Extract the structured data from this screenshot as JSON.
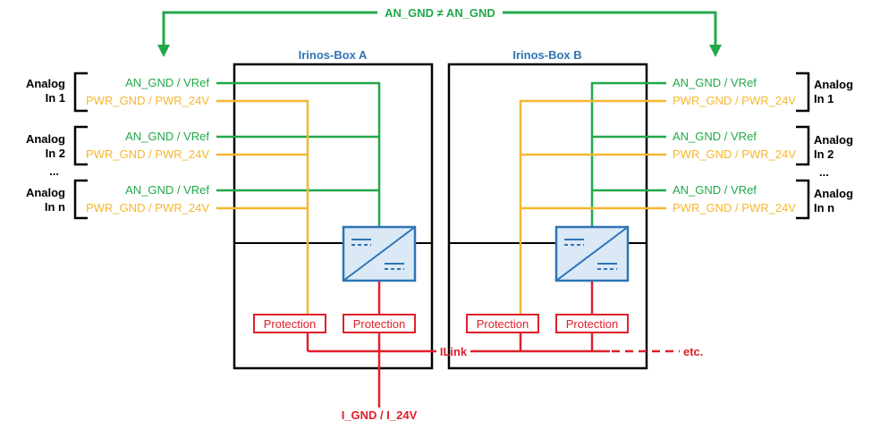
{
  "title_condition": "AN_GND ≠ AN_GND",
  "boxes": [
    {
      "title": "Irinos-Box A"
    },
    {
      "title": "Irinos-Box B"
    }
  ],
  "signal_labels": {
    "an_gnd": "AN_GND / VRef",
    "pwr": "PWR_GND / PWR_24V"
  },
  "analog_inputs": [
    {
      "line1": "Analog",
      "line2": "In 1"
    },
    {
      "line1": "Analog",
      "line2": "In 2"
    },
    {
      "line1": "Analog",
      "line2": "In n"
    }
  ],
  "ellipsis": "...",
  "protection_label": "Protection",
  "ilink_label": "ILink",
  "etc_label": "etc.",
  "supply_label": "I_GND / I_24V",
  "colors": {
    "green": "#21a84a",
    "yellow": "#f4b731",
    "red": "#e0202a",
    "blue": "#2f74b5",
    "blue_fill": "#dbe9f6"
  }
}
